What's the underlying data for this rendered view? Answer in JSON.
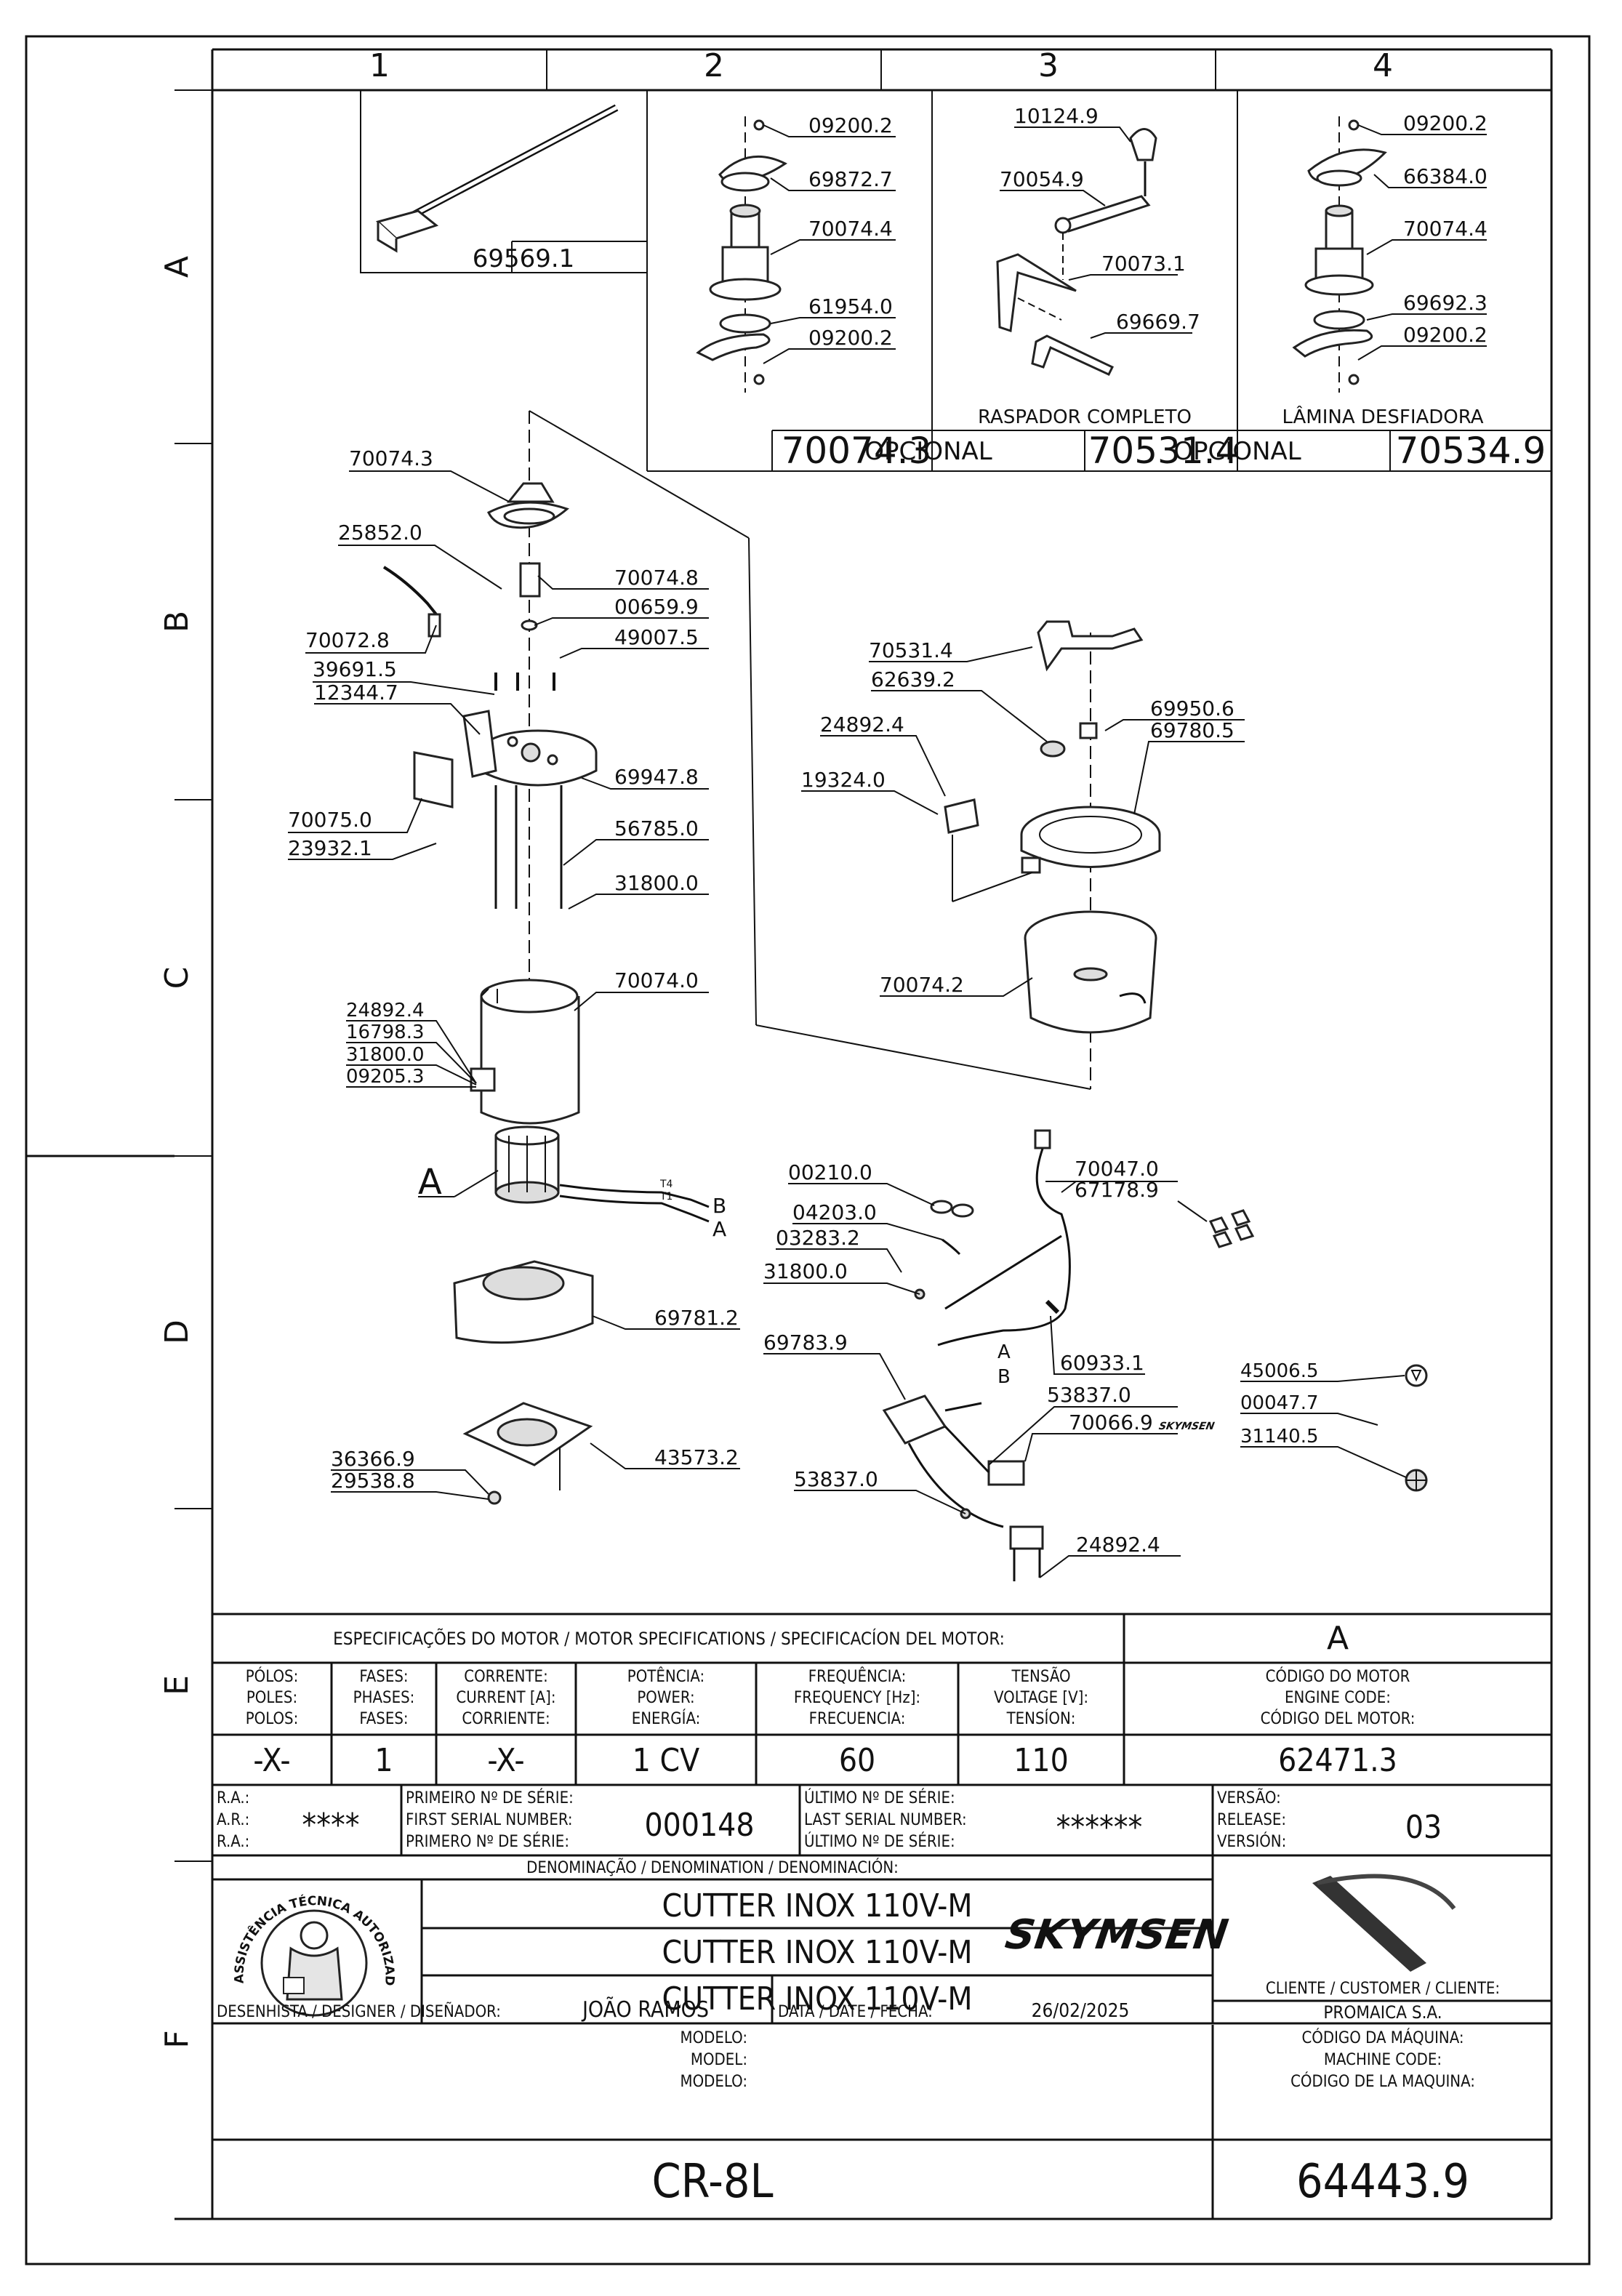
{
  "grid": {
    "columns": [
      "1",
      "2",
      "3",
      "4"
    ],
    "rows": [
      "A",
      "B",
      "C",
      "D",
      "E",
      "F"
    ]
  },
  "diagram": {
    "options": {
      "opt1_part": "69569.1",
      "opt2_part": "70074.3",
      "opt3_title": "RASPADOR COMPLETO",
      "opt3_label": "OPCIONAL",
      "opt3_part": "70531.4",
      "opt4_title": "LÂMINA DESFIADORA",
      "opt4_label": "OPCIONAL",
      "opt4_part": "70534.9"
    },
    "callouts": {
      "c1": "09200.2",
      "c2": "69872.7",
      "c3": "70074.4",
      "c4": "61954.0",
      "c5": "09200.2",
      "c6": "10124.9",
      "c7": "70054.9",
      "c8": "70073.1",
      "c9": "69669.7",
      "c10": "09200.2",
      "c11": "66384.0",
      "c12": "70074.4",
      "c13": "69692.3",
      "c14": "09200.2",
      "c15": "70074.3",
      "c16": "25852.0",
      "c17": "70074.8",
      "c18": "00659.9",
      "c19": "49007.5",
      "c20": "70072.8",
      "c21": "39691.5",
      "c22": "12344.7",
      "c23": "69947.8",
      "c24": "70075.0",
      "c25": "23932.1",
      "c26": "56785.0",
      "c27": "31800.0",
      "c28": "70074.0",
      "c29": "24892.4",
      "c30": "16798.3",
      "c31": "31800.0",
      "c32": "09205.3",
      "c33": "70531.4",
      "c34": "62639.2",
      "c35": "69950.6",
      "c36": "24892.4",
      "c37": "69780.5",
      "c38": "19324.0",
      "c39": "70074.2",
      "c40": "69781.2",
      "c41": "36366.9",
      "c42": "29538.8",
      "c43": "43573.2",
      "c44": "00210.0",
      "c45": "70047.0",
      "c46": "67178.9",
      "c47": "04203.0",
      "c48": "03283.2",
      "c49": "31800.0",
      "c50": "69783.9",
      "c51": "60933.1",
      "c52": "53837.0",
      "c53": "70066.9",
      "c54": "53837.0",
      "c55": "24892.4",
      "c56": "45006.5",
      "c57": "00047.7",
      "c58": "31140.5"
    },
    "motor_label": "A",
    "wire_t4": "T4",
    "wire_t1": "T1",
    "wire_b": "B",
    "wire_a": "A",
    "conn_a": "A",
    "conn_b": "B",
    "mini_logo": "SKYMSEN"
  },
  "specs": {
    "header": "ESPECIFICAÇÕES DO MOTOR / MOTOR SPECIFICATIONS / SPECIFICACÍON DEL MOTOR:",
    "motor_letter": "A",
    "col1": [
      "PÓLOS:",
      "POLES:",
      "POLOS:"
    ],
    "col2": [
      "FASES:",
      "PHASES:",
      "FASES:"
    ],
    "col3": [
      "CORRENTE:",
      "CURRENT [A]:",
      "CORRIENTE:"
    ],
    "col4": [
      "POTÊNCIA:",
      "POWER:",
      "ENERGÍA:"
    ],
    "col5": [
      "FREQUÊNCIA:",
      "FREQUENCY [Hz]:",
      "FRECUENCIA:"
    ],
    "col6": [
      "TENSÃO",
      "VOLTAGE [V]:",
      "TENSÍON:"
    ],
    "col7": [
      "CÓDIGO DO MOTOR",
      "ENGINE CODE:",
      "CÓDIGO DEL MOTOR:"
    ],
    "values": [
      "-X-",
      "1",
      "-X-",
      "1 CV",
      "60",
      "110",
      "62471.3"
    ]
  },
  "serials": {
    "ra_labels": [
      "R.A.:",
      "A.R.:",
      "R.A.:"
    ],
    "ra_value": "****",
    "first_labels": [
      "PRIMEIRO Nº DE SÉRIE:",
      "FIRST SERIAL NUMBER:",
      "PRIMERO Nº DE SÉRIE:"
    ],
    "first_value": "000148",
    "last_labels": [
      "ÚLTIMO Nº DE SÉRIE:",
      "LAST SERIAL NUMBER:",
      "ÚLTIMO Nº DE SÉRIE:"
    ],
    "last_value": "******",
    "version_labels": [
      "VERSÃO:",
      "RELEASE:",
      "VERSIÓN:"
    ],
    "version_value": "03"
  },
  "denomination": {
    "header": "DENOMINAÇÃO / DENOMINATION / DENOMINACIÓN:",
    "lines": [
      "CUTTER INOX 110V-M",
      "CUTTER INOX 110V-M",
      "CUTTER INOX 110V-M"
    ],
    "seal_text": "ASSISTÊNCIA TÉCNICA AUTORIZADA"
  },
  "brand": {
    "logo": "SKYMSEN",
    "client_label": "CLIENTE / CUSTOMER / CLIENTE:",
    "client_value": "PROMAICA S.A."
  },
  "designer": {
    "label": "DESENHISTA / DESIGNER / DISEÑADOR:",
    "value": "JOÃO RAMOS",
    "date_label": "DATA / DATE / FECHA:",
    "date_value": "26/02/2025"
  },
  "model": {
    "labels": [
      "MODELO:",
      "MODEL:",
      "MODELO:"
    ],
    "value": "CR-8L",
    "code_labels": [
      "CÓDIGO DA MÁQUINA:",
      "MACHINE CODE:",
      "CÓDIGO DE LA MAQUINA:"
    ],
    "code_value": "64443.9"
  }
}
